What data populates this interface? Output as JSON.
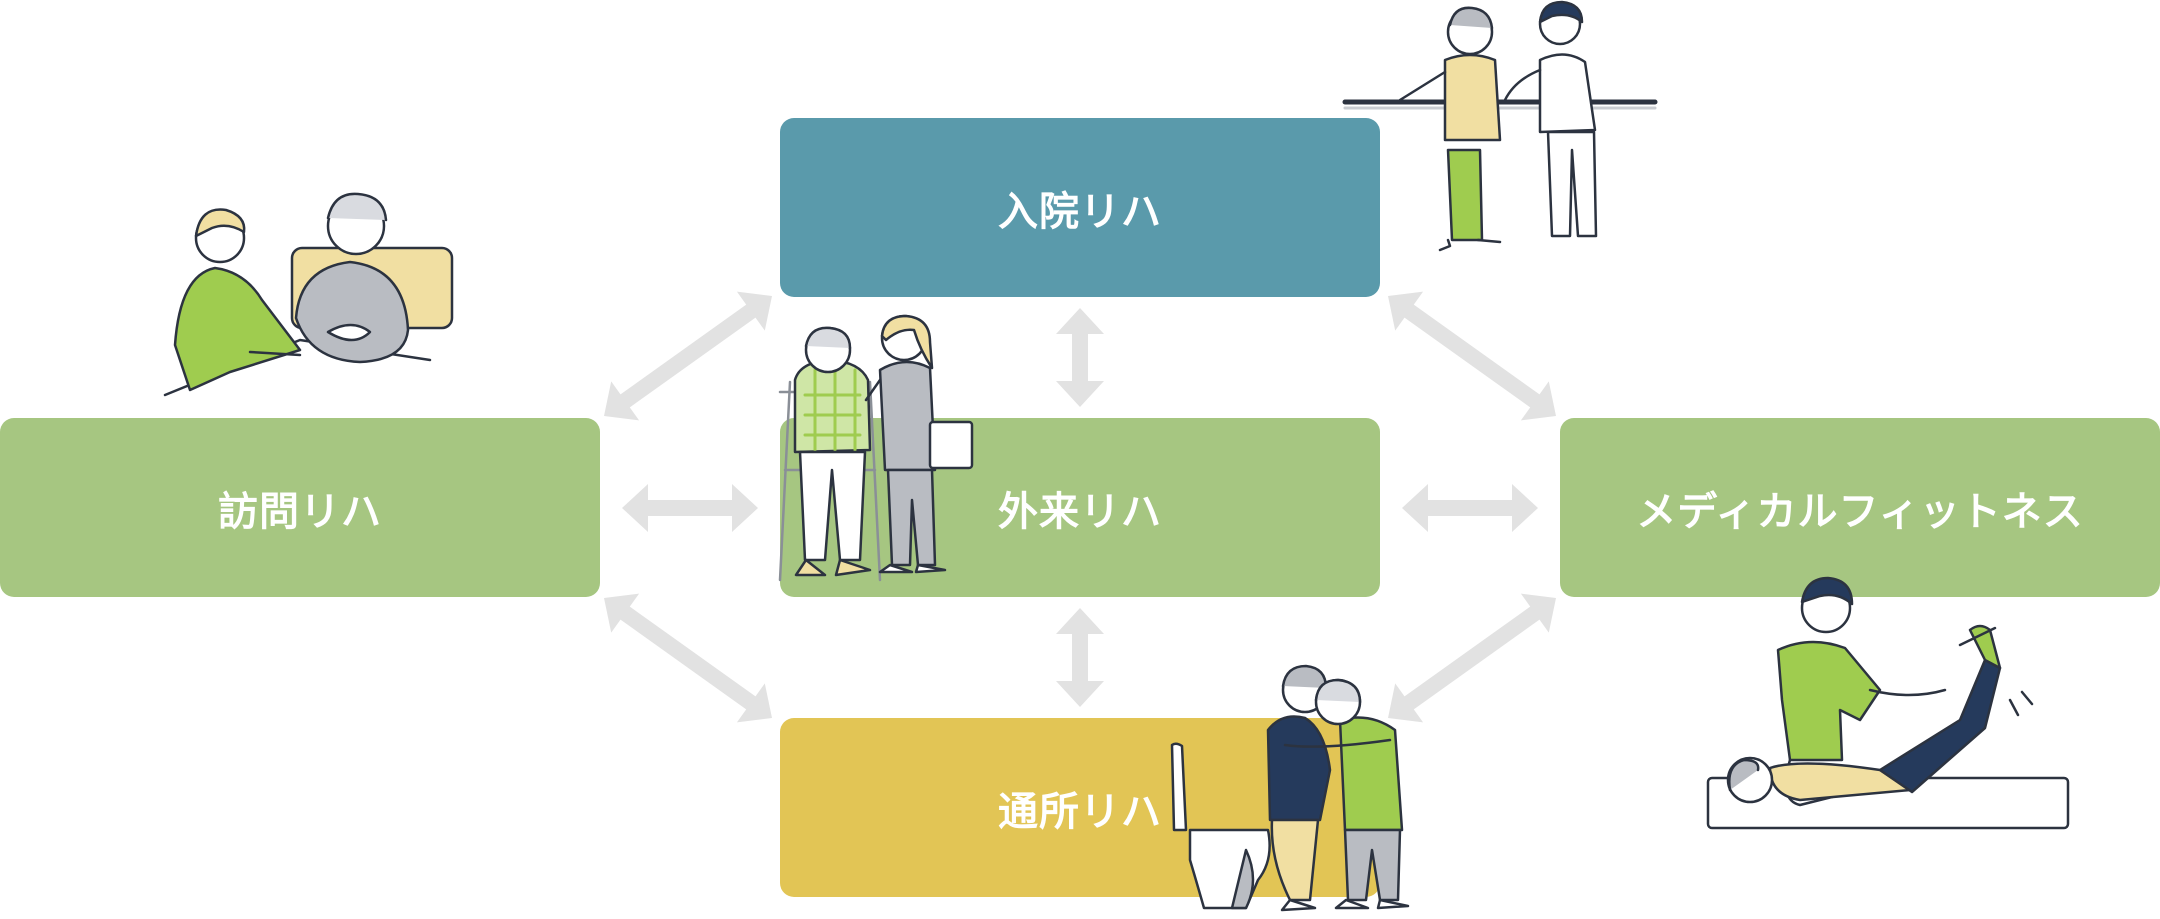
{
  "colors": {
    "teal": "#5a9aab",
    "green": "#a6c681",
    "mustard": "#e2c555",
    "arrow": "#e2e2e2",
    "ink": "#2c3340",
    "illus_green": "#9fcc4f",
    "illus_navy": "#253a5c",
    "illus_gray": "#b9bcc2",
    "illus_yellow": "#f1dfa2"
  },
  "boxes": {
    "top": {
      "label": "入院リハ",
      "color": "teal"
    },
    "left": {
      "label": "訪問リハ",
      "color": "green"
    },
    "center": {
      "label": "外来リハ",
      "color": "green"
    },
    "right": {
      "label": "メディカルフィットネス",
      "color": "green"
    },
    "bottom": {
      "label": "通所リハ",
      "color": "mustard"
    }
  },
  "connections": [
    {
      "from": "top",
      "to": "center"
    },
    {
      "from": "center",
      "to": "bottom"
    },
    {
      "from": "left",
      "to": "center"
    },
    {
      "from": "center",
      "to": "right"
    },
    {
      "from": "left",
      "to": "top"
    },
    {
      "from": "top",
      "to": "right"
    },
    {
      "from": "left",
      "to": "bottom"
    },
    {
      "from": "bottom",
      "to": "right"
    }
  ],
  "illustrations": [
    {
      "name": "home-visit-illustration",
      "subject": "caregiver with elderly man at bedside"
    },
    {
      "name": "hospital-rehab-illustration",
      "subject": "patient walking along handrail with therapist"
    },
    {
      "name": "outpatient-illustration",
      "subject": "elderly man with walker and staff member"
    },
    {
      "name": "daycare-illustration",
      "subject": "caregiver assisting elderly person near toilet"
    },
    {
      "name": "fitness-illustration",
      "subject": "trainer stretching patient's leg on mat"
    }
  ]
}
